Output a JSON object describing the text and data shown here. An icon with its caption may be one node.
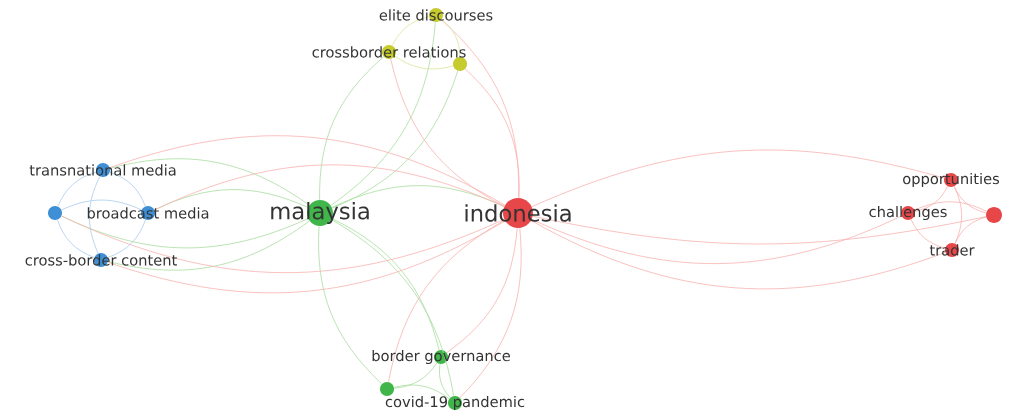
{
  "diagram": {
    "nodes": [
      {
        "text": [
          "malaysia"
        ]
      },
      {
        "text": [
          "indonesia"
        ]
      },
      {
        "text": [
          "elite discourses"
        ]
      },
      {
        "text": [
          "crossborder relations"
        ]
      },
      {
        "text": [],
        "shape": "circle"
      },
      {
        "text": [
          "transnational media"
        ]
      },
      {
        "text": [],
        "shape": "circle"
      },
      {
        "text": [
          "broadcast media"
        ]
      },
      {
        "text": [
          "cross-border content"
        ]
      },
      {
        "text": [
          "opportunities"
        ]
      },
      {
        "text": [
          "challenges"
        ]
      },
      {
        "text": [],
        "shape": "circle"
      },
      {
        "text": [
          "trader"
        ]
      },
      {
        "text": [
          "border governance"
        ]
      },
      {
        "text": [],
        "shape": "circle"
      },
      {
        "text": [
          "covid-19 pandemic"
        ]
      }
    ],
    "edges": [
      {
        "from": 0,
        "to": 1,
        "arrow": "none"
      },
      {
        "from": 0,
        "to": 5,
        "arrow": "none"
      },
      {
        "from": 0,
        "to": 6,
        "arrow": "none"
      },
      {
        "from": 0,
        "to": 7,
        "arrow": "none"
      },
      {
        "from": 0,
        "to": 8,
        "arrow": "none"
      },
      {
        "from": 0,
        "to": 2,
        "arrow": "none"
      },
      {
        "from": 0,
        "to": 3,
        "arrow": "none"
      },
      {
        "from": 0,
        "to": 4,
        "arrow": "none"
      },
      {
        "from": 0,
        "to": 13,
        "arrow": "none"
      },
      {
        "from": 0,
        "to": 14,
        "arrow": "none"
      },
      {
        "from": 0,
        "to": 15,
        "arrow": "none"
      },
      {
        "from": 1,
        "to": 2,
        "arrow": "none"
      },
      {
        "from": 1,
        "to": 3,
        "arrow": "none"
      },
      {
        "from": 1,
        "to": 4,
        "arrow": "none"
      },
      {
        "from": 1,
        "to": 9,
        "arrow": "none"
      },
      {
        "from": 1,
        "to": 10,
        "arrow": "none"
      },
      {
        "from": 1,
        "to": 11,
        "arrow": "none"
      },
      {
        "from": 1,
        "to": 12,
        "arrow": "none"
      },
      {
        "from": 1,
        "to": 13,
        "arrow": "none"
      },
      {
        "from": 1,
        "to": 14,
        "arrow": "none"
      },
      {
        "from": 1,
        "to": 15,
        "arrow": "none"
      },
      {
        "from": 1,
        "to": 5,
        "arrow": "none"
      },
      {
        "from": 1,
        "to": 6,
        "arrow": "none"
      },
      {
        "from": 1,
        "to": 7,
        "arrow": "none"
      },
      {
        "from": 1,
        "to": 8,
        "arrow": "none"
      },
      {
        "from": 5,
        "to": 6,
        "arrow": "none"
      },
      {
        "from": 5,
        "to": 7,
        "arrow": "none"
      },
      {
        "from": 5,
        "to": 8,
        "arrow": "none"
      },
      {
        "from": 6,
        "to": 7,
        "arrow": "none"
      },
      {
        "from": 6,
        "to": 8,
        "arrow": "none"
      },
      {
        "from": 7,
        "to": 8,
        "arrow": "none"
      },
      {
        "from": 2,
        "to": 3,
        "arrow": "none"
      },
      {
        "from": 2,
        "to": 4,
        "arrow": "none"
      },
      {
        "from": 3,
        "to": 4,
        "arrow": "none"
      },
      {
        "from": 9,
        "to": 10,
        "arrow": "none"
      },
      {
        "from": 9,
        "to": 11,
        "arrow": "none"
      },
      {
        "from": 9,
        "to": 12,
        "arrow": "none"
      },
      {
        "from": 10,
        "to": 12,
        "arrow": "none"
      },
      {
        "from": 10,
        "to": 11,
        "arrow": "none"
      },
      {
        "from": 11,
        "to": 12,
        "arrow": "none"
      },
      {
        "from": 13,
        "to": 14,
        "arrow": "none"
      },
      {
        "from": 13,
        "to": 15,
        "arrow": "none"
      },
      {
        "from": 14,
        "to": 15,
        "arrow": "none"
      }
    ]
  }
}
